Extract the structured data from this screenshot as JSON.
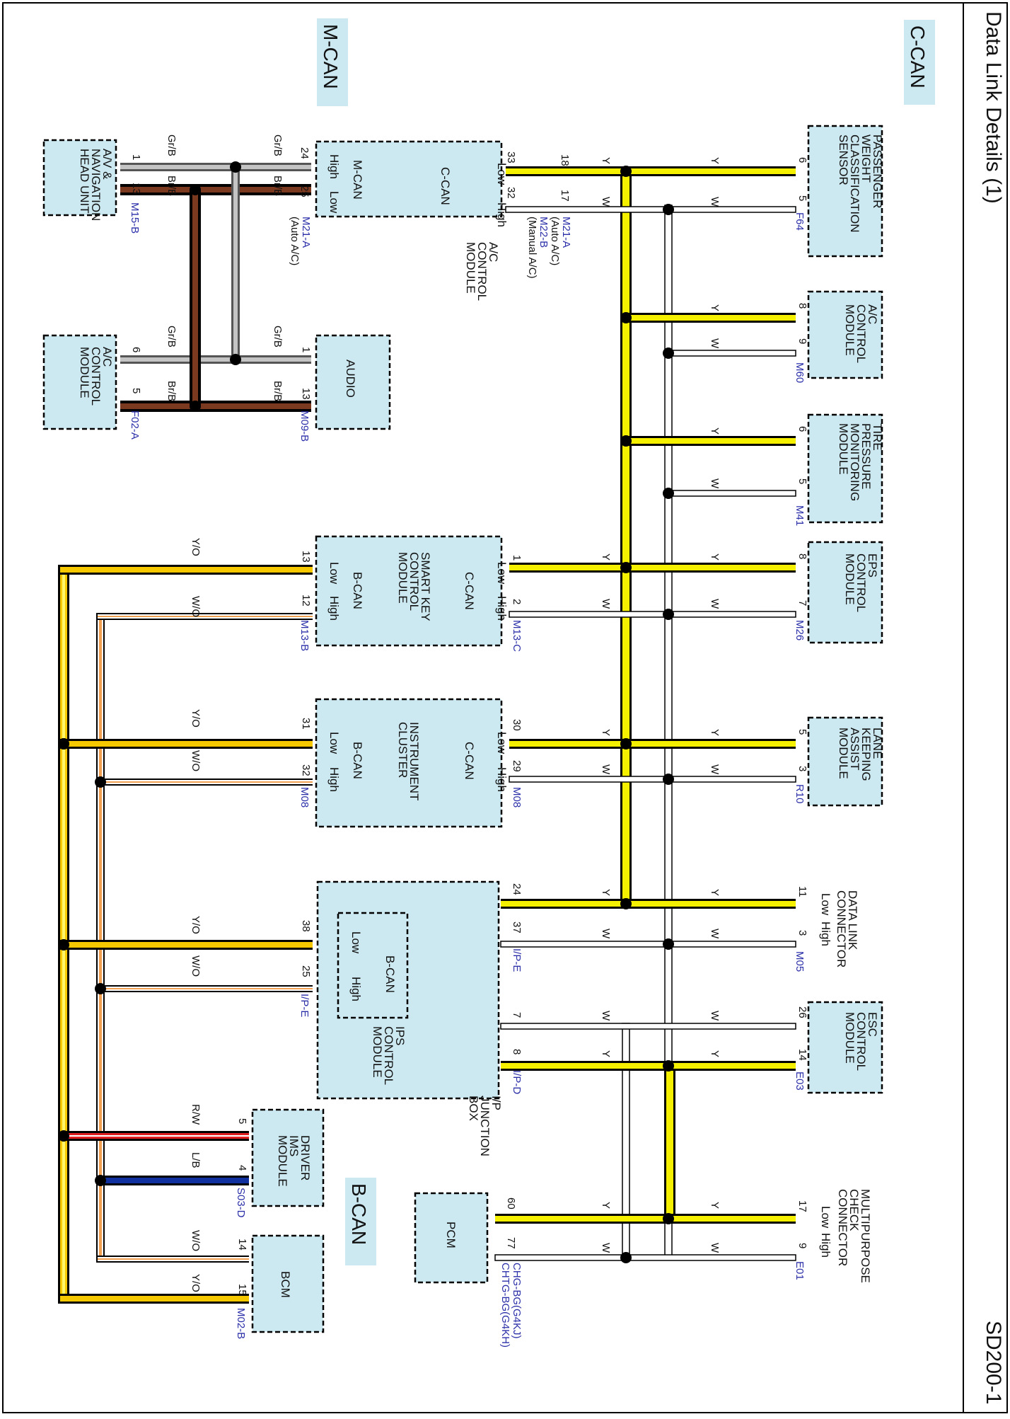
{
  "page": {
    "title": "Data Link Details (1)",
    "code": "SD200-1"
  },
  "buses": {
    "c_can": "C-CAN",
    "m_can": "M-CAN",
    "b_can": "B-CAN"
  },
  "colors": {
    "yellow": "#f5f000",
    "white_wire": "#ffffff",
    "grey": "#b0b0b0",
    "brown": "#7b3a20",
    "orange": "#f0a050",
    "red": "#e02020",
    "blue": "#1030a0",
    "module_fill": "#cce8f0",
    "connector_text": "#2b2fa8"
  },
  "wire_colors": {
    "y": "Y",
    "w": "W",
    "grb": "Gr/B",
    "brb": "Br/B",
    "yo": "Y/O",
    "wo": "W/O",
    "rw": "R/W",
    "lb": "L/B"
  },
  "can_labels": {
    "low": "Low",
    "high": "High",
    "c_can": "C-CAN",
    "b_can": "B-CAN",
    "m_can": "M-CAN"
  },
  "modules": {
    "passenger": {
      "name": [
        "PASSENGER",
        "WEIGHT",
        "CLASSIFICATION",
        "SENSOR"
      ],
      "connector": "F64",
      "pin_y": "6",
      "pin_w": "5"
    },
    "ac_right": {
      "name": [
        "A/C",
        "CONTROL",
        "MODULE"
      ],
      "connector": "M60",
      "pin_y": "8",
      "pin_w": "9"
    },
    "tpms": {
      "name": [
        "TIRE",
        "PRESSURE",
        "MONITORING",
        "MODULE"
      ],
      "connector": "M41",
      "pin_y": "6",
      "pin_w": "5"
    },
    "eps": {
      "name": [
        "EPS",
        "CONTROL",
        "MODULE"
      ],
      "connector": "M26",
      "pin_y": "8",
      "pin_w": "7"
    },
    "lka": {
      "name": [
        "LANE",
        "KEEPING",
        "ASSIST",
        "MODULE"
      ],
      "connector": "R10",
      "pin_y": "5",
      "pin_w": "3"
    },
    "dlc": {
      "name": [
        "DATA LINK",
        "CONNECTOR"
      ],
      "connector": "M05",
      "pin_y": "11",
      "pin_w": "3"
    },
    "esc": {
      "name": [
        "ESC",
        "CONTROL",
        "MODULE"
      ],
      "connector": "E03",
      "pin_y": "14",
      "pin_w": "26"
    },
    "mpcc": {
      "name": [
        "MULTIPURPOSE",
        "CHECK",
        "CONNECTOR"
      ],
      "connector": "E01",
      "pin_y": "17",
      "pin_w": "9"
    },
    "ac_center": {
      "name": [
        "A/C",
        "CONTROL",
        "MODULE"
      ],
      "conn_a": "M21-A",
      "conn_a_note": "(Auto A/C)",
      "conn_b": "M22-B",
      "conn_b_note": "(Manual A/C)",
      "pin_c_low": "33",
      "pin_c_low2": "18",
      "pin_c_high": "32",
      "pin_c_high2": "17",
      "pin_m_high": "24",
      "pin_m_low": "25",
      "m_conn": "M21-A",
      "m_conn_note": "(Auto A/C)"
    },
    "smart_key": {
      "name": [
        "SMART KEY",
        "CONTROL",
        "MODULE"
      ],
      "c_connector": "M13-C",
      "b_connector": "M13-B",
      "pin_c_low": "1",
      "pin_c_high": "2",
      "pin_b_low": "13",
      "pin_b_high": "12"
    },
    "cluster": {
      "name": [
        "INSTRUMENT",
        "CLUSTER"
      ],
      "c_connector": "M08",
      "b_connector": "M08",
      "pin_c_low": "30",
      "pin_c_high": "29",
      "pin_b_low": "31",
      "pin_b_high": "32"
    },
    "ips": {
      "name": [
        "IPS",
        "CONTROL",
        "MODULE"
      ],
      "conn_e": "I/P-E",
      "conn_d": "I/P-D",
      "conn_b": "I/P-E",
      "box": [
        "I/P",
        "JUNCTION",
        "BOX"
      ],
      "pin_24": "24",
      "pin_37": "37",
      "pin_7": "7",
      "pin_8": "8",
      "pin_38": "38",
      "pin_25": "25"
    },
    "pcm": {
      "name": [
        "PCM"
      ],
      "conn1": "CHG-BG(G4KJ)",
      "conn2": "CHTG-BG(G4KH)",
      "pin_y": "60",
      "pin_w": "77"
    },
    "av_head": {
      "name": [
        "A/V &",
        "NAVIGATION",
        "HEAD UNIT"
      ],
      "connector": "M15-B",
      "pin_gr": "1",
      "pin_br": "13"
    },
    "audio": {
      "name": [
        "AUDIO"
      ],
      "connector": "M09-B",
      "pin_gr": "1",
      "pin_br": "13"
    },
    "ac_left": {
      "name": [
        "A/C",
        "CONTROL",
        "MODULE"
      ],
      "connector": "F02-A",
      "pin_gr": "6",
      "pin_br": "5"
    },
    "ims": {
      "name": [
        "DRIVER",
        "IMS",
        "MODULE"
      ],
      "connector": "S03-D",
      "pin_rw": "5",
      "pin_lb": "4"
    },
    "bcm": {
      "name": [
        "BCM"
      ],
      "connector": "M02-B",
      "pin_wo": "14",
      "pin_yo": "15"
    }
  }
}
